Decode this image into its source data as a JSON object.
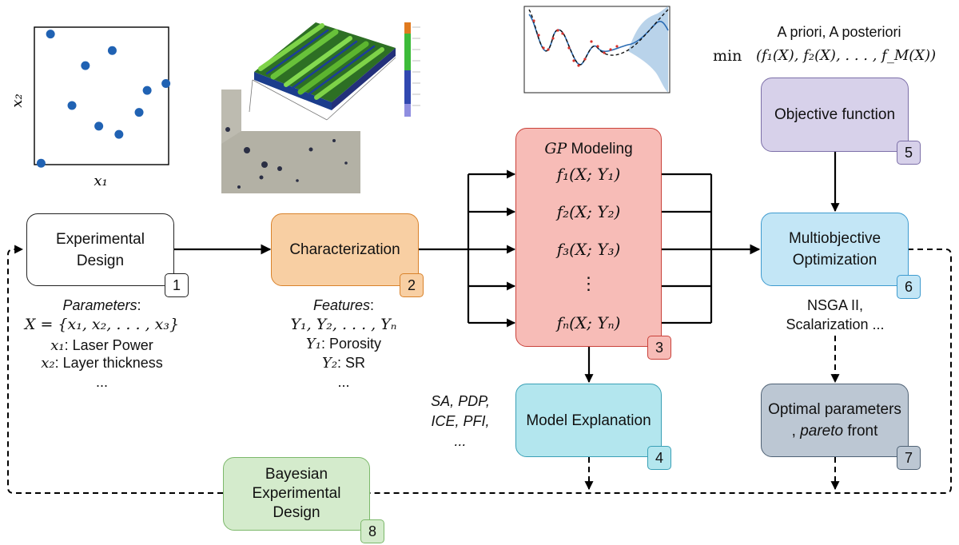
{
  "boxes": {
    "b1": {
      "line1": "Experimental",
      "line2": "Design",
      "badge": "1"
    },
    "b2": {
      "label": "Characterization",
      "badge": "2"
    },
    "b3": {
      "title_math": "GP",
      "title_rest": " Modeling",
      "models": [
        "f₁(X; Y₁)",
        "f₂(X; Y₂)",
        "f₃(X; Y₃)",
        "⋮",
        "fₙ(X; Yₙ)"
      ],
      "badge": "3"
    },
    "b4": {
      "label": "Model Explanation",
      "badge": "4"
    },
    "b5": {
      "label": "Objective function",
      "badge": "5"
    },
    "b6": {
      "line1": "Multiobjective",
      "line2": "Optimization",
      "badge": "6"
    },
    "b7": {
      "line1": "Optimal parameters",
      "line2_prefix": ", ",
      "line2_italic": "pareto",
      "line2_suffix": " front",
      "badge": "7"
    },
    "b8": {
      "line1": "Bayesian",
      "line2": "Experimental",
      "line3": "Design",
      "badge": "8"
    }
  },
  "params": {
    "heading": "Parameters",
    "heading_colon": ":",
    "set": "X = {x₁, x₂, . . . , x₃}",
    "x1_sym": "x₁",
    "x1_text": ": Laser Power",
    "x2_sym": "x₂",
    "x2_text": ": Layer thickness",
    "more": "..."
  },
  "features": {
    "heading": "Features",
    "heading_colon": ":",
    "set": "Y₁, Y₂, . . . , Yₙ",
    "y1_sym": "Y₁",
    "y1_text": ": Porosity",
    "y2_sym": "Y₂",
    "y2_text": ": SR",
    "more": "..."
  },
  "explanation_methods": [
    "SA, PDP,",
    "ICE, PFI,",
    "..."
  ],
  "optimization_methods": [
    "NSGA II,",
    "Scalarization ..."
  ],
  "objective": {
    "approach": "A priori, A posteriori",
    "min": "min",
    "formula": "(f₁(X), f₂(X), . . . , f_M(X))"
  },
  "scatter_plot": {
    "xlabel": "x₁",
    "ylabel": "x₂",
    "points": [
      [
        0.12,
        0.95
      ],
      [
        0.38,
        0.72
      ],
      [
        0.58,
        0.83
      ],
      [
        0.78,
        0.38
      ],
      [
        0.98,
        0.59
      ],
      [
        0.84,
        0.54
      ],
      [
        0.28,
        0.43
      ],
      [
        0.48,
        0.28
      ],
      [
        0.63,
        0.22
      ],
      [
        0.05,
        0.01
      ]
    ]
  },
  "colors": {
    "box1_fill": "#ffffff",
    "box2_fill": "#f8cfa3",
    "box2_border": "#d9822b",
    "box3_fill": "#f7bcb7",
    "box3_border": "#c9413a",
    "box4_fill": "#b3e6ee",
    "box4_border": "#3aa0b6",
    "box5_fill": "#d7d1ea",
    "box5_border": "#7c6fa8",
    "box6_fill": "#c3e6f6",
    "box6_border": "#3e9bcf",
    "box7_fill": "#bcc7d3",
    "box7_border": "#4f6275",
    "box8_fill": "#d4ebcc",
    "box8_border": "#7cb86a",
    "scatter_point": "#2062b3",
    "gp_mean": "#2a6cb4",
    "gp_band": "#b9d3ea",
    "gp_obs": "#d8322b"
  }
}
